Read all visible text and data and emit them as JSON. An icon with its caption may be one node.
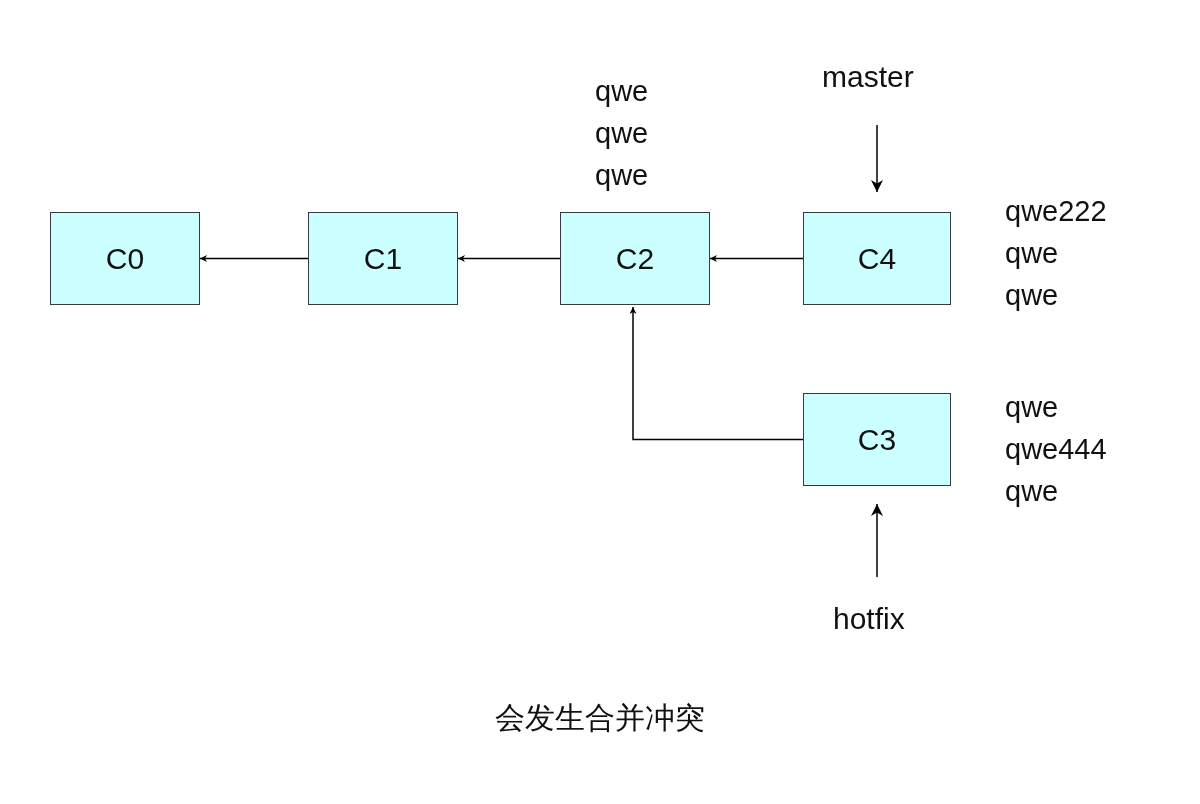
{
  "diagram": {
    "caption": "会发生合并冲突",
    "nodes": [
      {
        "text": [
          "master"
        ]
      },
      {
        "text": [
          "C0"
        ]
      },
      {
        "text": [
          "C1"
        ]
      },
      {
        "text": [
          "C2"
        ],
        "beside": [
          "qwe qwe qwe"
        ]
      },
      {
        "text": [
          "C4"
        ],
        "beside": [
          "qwe222 qwe qwe"
        ]
      },
      {
        "text": [
          "C3"
        ],
        "beside": [
          "qwe qwe444 qwe"
        ]
      },
      {
        "text": [
          "hotfix"
        ]
      }
    ],
    "edges": [
      {
        "from": 2,
        "to": 1,
        "arrow": "to"
      },
      {
        "from": 3,
        "to": 2,
        "arrow": "to"
      },
      {
        "from": 4,
        "to": 3,
        "arrow": "to"
      },
      {
        "from": 5,
        "to": 3,
        "arrow": "to"
      },
      {
        "from": 0,
        "to": 4,
        "arrow": "to"
      },
      {
        "from": 6,
        "to": 5,
        "arrow": "to"
      }
    ]
  }
}
